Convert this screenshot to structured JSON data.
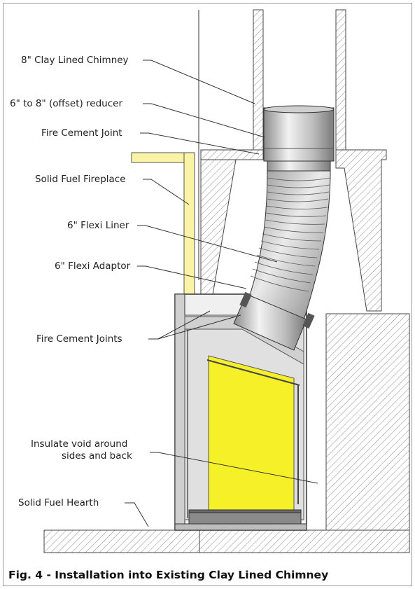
{
  "labels": {
    "chimney": "8\" Clay Lined Chimney",
    "reducer": "6\" to 8\" (offset) reducer",
    "fire_cement_joint": "Fire Cement Joint",
    "fireplace": "Solid Fuel Fireplace",
    "flexi_liner": "6\" Flexi Liner",
    "flexi_adaptor": "6\" Flexi Adaptor",
    "fire_cement_joints": "Fire Cement Joints",
    "insulate_line1": "Insulate void around",
    "insulate_line2": "sides and back",
    "hearth": "Solid Fuel Hearth"
  },
  "caption": "Fig. 4 - Installation into Existing Clay Lined Chimney",
  "colors": {
    "fireplace_fill": "#fbf4a6",
    "stove_window": "#f6f028",
    "stove_body": "#d9d9d9",
    "pipe_light": "#e6e6e6",
    "pipe_dark": "#8c8c8c",
    "hatch": "#8a8a8a"
  }
}
